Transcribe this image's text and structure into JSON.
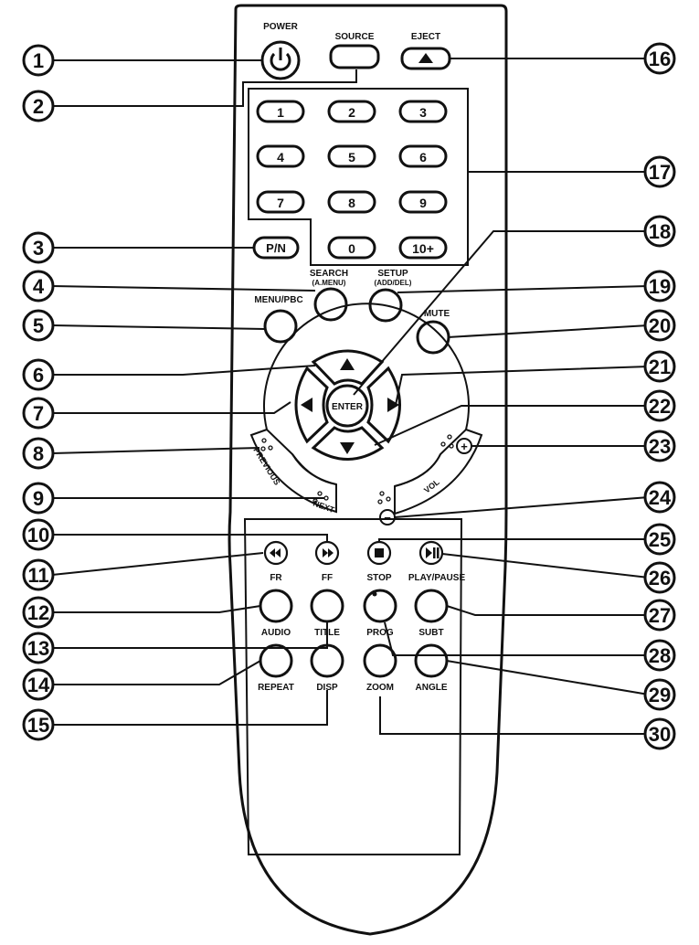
{
  "labels": {
    "power": "POWER",
    "source": "SOURCE",
    "eject": "EJECT",
    "search": "SEARCH",
    "search_sub": "(A.MENU)",
    "setup": "SETUP",
    "setup_sub": "(ADD/DEL)",
    "menu_pbc": "MENU/PBC",
    "mute": "MUTE",
    "enter": "ENTER",
    "previous": "PREVIOUS",
    "next": "NEXT",
    "vol": "VOL",
    "vol_plus": "+",
    "vol_minus": "−",
    "fr": "FR",
    "ff": "FF",
    "stop": "STOP",
    "play_pause": "PLAY/PAUSE",
    "audio": "AUDIO",
    "title": "TITLE",
    "prog": "PROG",
    "subt": "SUBT",
    "repeat": "REPEAT",
    "disp": "DISP",
    "zoom": "ZOOM",
    "angle": "ANGLE"
  },
  "numpad": [
    "1",
    "2",
    "3",
    "4",
    "5",
    "6",
    "7",
    "8",
    "9",
    "0",
    "10+"
  ],
  "pn": "P/N",
  "callouts": [
    "1",
    "2",
    "3",
    "4",
    "5",
    "6",
    "7",
    "8",
    "9",
    "10",
    "11",
    "12",
    "13",
    "14",
    "15",
    "16",
    "17",
    "18",
    "19",
    "20",
    "21",
    "22",
    "23",
    "24",
    "25",
    "26",
    "27",
    "28",
    "29",
    "30"
  ]
}
